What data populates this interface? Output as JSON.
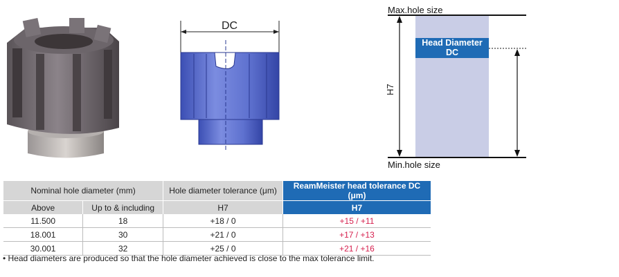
{
  "drawing": {
    "dimension_label": "DC"
  },
  "tolerance_diagram": {
    "max_label": "Max.hole size",
    "min_label": "Min.hole size",
    "axis_label": "H7",
    "head_diameter_line1": "Head Diameter",
    "head_diameter_line2": "DC"
  },
  "table": {
    "group_headers": {
      "nominal": "Nominal hole diameter (mm)",
      "hole_tol": "Hole diameter tolerance (μm)",
      "head_tol": "ReamMeister head tolerance DC (μm)"
    },
    "sub_headers": {
      "above": "Above",
      "up_to": "Up to & including",
      "hole_h7": "H7",
      "head_h7": "H7"
    },
    "rows": [
      {
        "above": "11.500",
        "up_to": "18",
        "hole_tol": "+18 / 0",
        "head_tol": "+15 / +11"
      },
      {
        "above": "18.001",
        "up_to": "30",
        "hole_tol": "+21 / 0",
        "head_tol": "+17 / +13"
      },
      {
        "above": "30.001",
        "up_to": "32",
        "hole_tol": "+25 / 0",
        "head_tol": "+21 / +16"
      }
    ]
  },
  "note": "• Head diameters are produced so that the hole diameter achieved is close to the max tolerance limit.",
  "colors": {
    "accent_blue": "#1f6bb5",
    "red_values": "#d6204e",
    "band": "#c9cde6",
    "part_blue": "#5f73c9"
  }
}
